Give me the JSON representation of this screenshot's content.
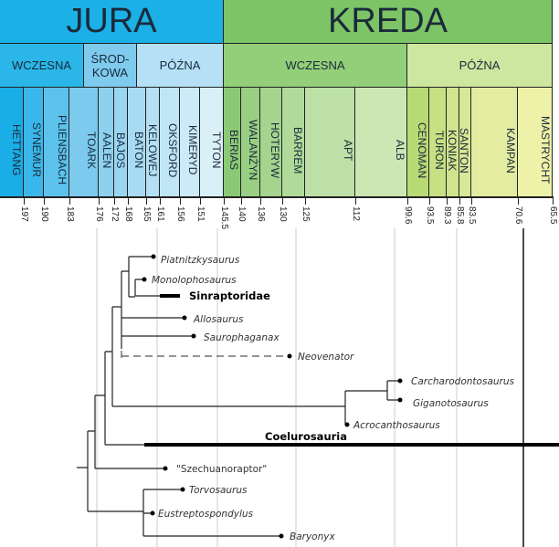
{
  "periods": [
    {
      "name": "JURA",
      "color": "#1bb0e6"
    },
    {
      "name": "KREDA",
      "color": "#7cc466"
    }
  ],
  "epochs": [
    {
      "name": "WCZESNA",
      "color": "#2ab6e8"
    },
    {
      "name": "ŚROD-\nKOWA",
      "color": "#7ecbee"
    },
    {
      "name": "PÓŹNA",
      "color": "#b5e0f6"
    },
    {
      "name": "WCZESNA",
      "color": "#92cf78"
    },
    {
      "name": "PÓŹNA",
      "color": "#cde7a0"
    }
  ],
  "stages": [
    {
      "name": "HETTANG",
      "color": "#1aaee6"
    },
    {
      "name": "SYNEMUR",
      "color": "#3ab7ea"
    },
    {
      "name": "PLIENSBACH",
      "color": "#5cc2ec"
    },
    {
      "name": "TOARK",
      "color": "#7ccbee"
    },
    {
      "name": "AALEN",
      "color": "#8ed1ef"
    },
    {
      "name": "BAJOS",
      "color": "#9ad6f0"
    },
    {
      "name": "BATON",
      "color": "#a8dbf2"
    },
    {
      "name": "KELOWEJ",
      "color": "#b4e0f3"
    },
    {
      "name": "OKSFORD",
      "color": "#c0e5f5"
    },
    {
      "name": "KIMERYD",
      "color": "#cceaf7"
    },
    {
      "name": "TYTON",
      "color": "#d9f0f9"
    },
    {
      "name": "BERIAS",
      "color": "#8cc976"
    },
    {
      "name": "WALANŻYN",
      "color": "#98cf82"
    },
    {
      "name": "HOTERYW",
      "color": "#a4d48e"
    },
    {
      "name": "BARREM",
      "color": "#b0da9a"
    },
    {
      "name": "APT",
      "color": "#bde0a6"
    },
    {
      "name": "ALB",
      "color": "#cce7b4"
    },
    {
      "name": "CENOMAN",
      "color": "#b8da75"
    },
    {
      "name": "TURON",
      "color": "#c6e083"
    },
    {
      "name": "KONIAK",
      "color": "#d0e48d"
    },
    {
      "name": "SANTON",
      "color": "#d8e897"
    },
    {
      "name": "KAMPAN",
      "color": "#e3eca0"
    },
    {
      "name": "MASTRYCHT",
      "color": "#eef2a8"
    }
  ],
  "ages": [
    "197",
    "190",
    "183",
    "176",
    "172",
    "168",
    "165",
    "161",
    "156",
    "151",
    "145.5",
    "140",
    "136",
    "130",
    "125",
    "112",
    "99.6",
    "93.5",
    "89.3",
    "85.8",
    "83.5",
    "70.6",
    "65.5"
  ],
  "taxa": {
    "piatnitzkysaurus": "Piatnitzkysaurus",
    "monolophosaurus": "Monolophosaurus",
    "sinraptoridae": "Sinraptoridae",
    "allosaurus": "Allosaurus",
    "saurophaganax": "Saurophaganax",
    "neovenator": "Neovenator",
    "carcharodontosaurus": "Carcharodontosaurus",
    "giganotosaurus": "Giganotosaurus",
    "acrocanthosaurus": "Acrocanthosaurus",
    "coelurosauria": "Coelurosauria",
    "szechuanoraptor": "\"Szechuanoraptor\"",
    "torvosaurus": "Torvosaurus",
    "eustreptospondylus": "Eustreptospondylus",
    "baryonyx": "Baryonyx"
  }
}
